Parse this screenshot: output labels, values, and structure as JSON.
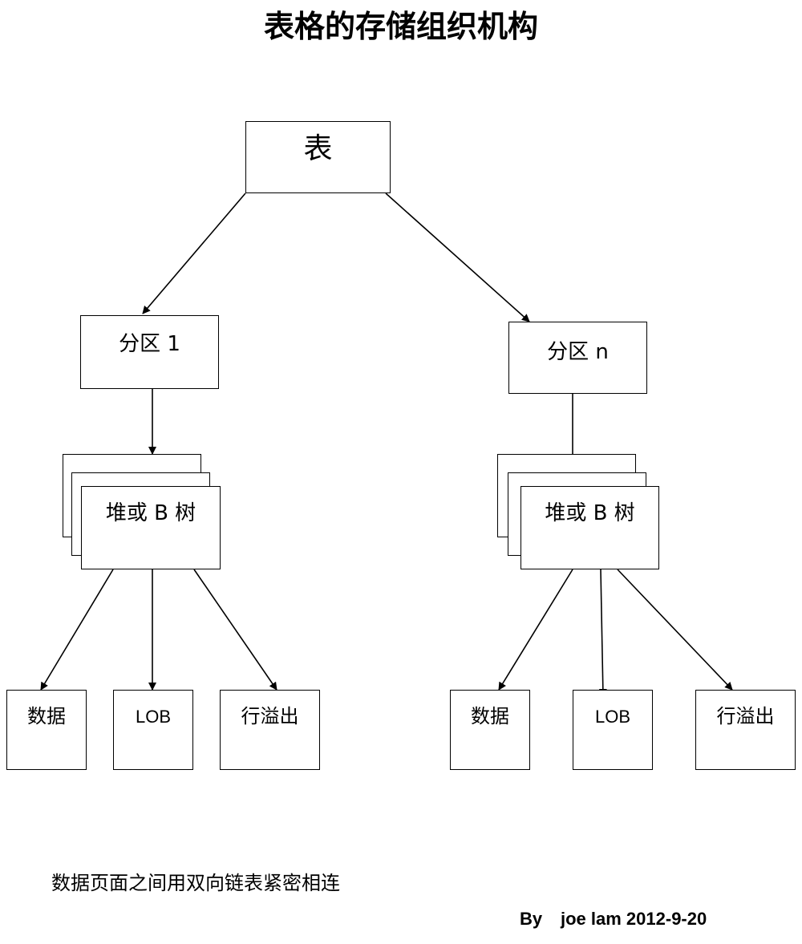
{
  "title": "表格的存储组织机构",
  "nodes": {
    "table": "表",
    "partition_1": "分区 1",
    "partition_n": "分区 n",
    "heap_btree_left": "堆或 B 树",
    "heap_btree_right": "堆或 B 树",
    "data_left": "数据",
    "lob_left": "LOB",
    "overflow_left": "行溢出",
    "data_right": "数据",
    "lob_right": "LOB",
    "overflow_right": "行溢出"
  },
  "note": "数据页面之间用双向链表紧密相连",
  "author": {
    "by": "By",
    "name_date": "joe lam 2012-9-20"
  }
}
